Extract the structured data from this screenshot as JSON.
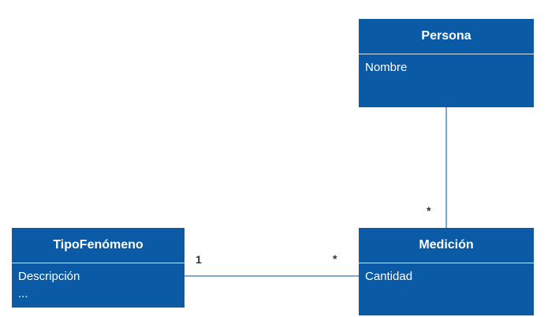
{
  "classes": {
    "persona": {
      "name": "Persona",
      "attributes": [
        "Nombre"
      ]
    },
    "medicion": {
      "name": "Medición",
      "attributes": [
        "Cantidad"
      ]
    },
    "tipo_fenomeno": {
      "name": "TipoFenómeno",
      "attributes": [
        "Descripción",
        "..."
      ]
    }
  },
  "associations": {
    "persona_medicion": {
      "medicion_end": "*"
    },
    "tipo_medicion": {
      "tipo_end": "1",
      "medicion_end": "*"
    }
  },
  "colors": {
    "class_fill": "#0a5aa6",
    "class_text": "#ffffff",
    "connector": "#7fa6cf"
  }
}
